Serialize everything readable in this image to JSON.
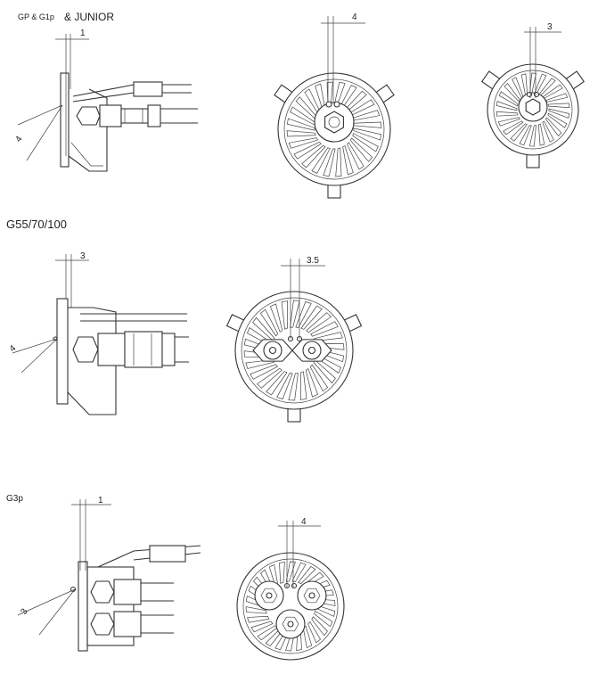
{
  "sections": [
    {
      "title_a": "GP & G1p",
      "title_b": "& JUNIOR",
      "side_dim": "1",
      "side_angle": "4",
      "front_dims": [
        "4",
        "3"
      ]
    },
    {
      "title_a": "G55/70/100",
      "side_dim": "3",
      "side_angle": "4",
      "front_dims": [
        "3.5"
      ]
    },
    {
      "title_a": "G3p",
      "side_dim": "1",
      "side_angle": "3",
      "front_dims": [
        "4"
      ]
    }
  ]
}
